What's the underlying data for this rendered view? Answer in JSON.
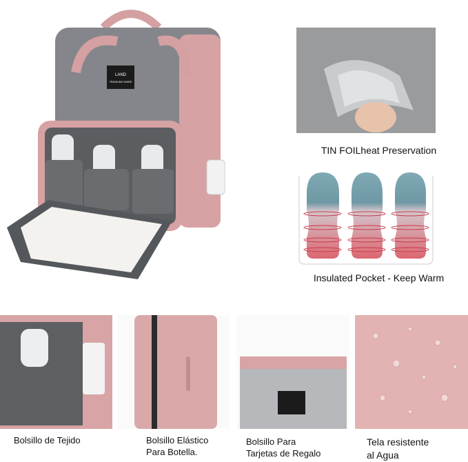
{
  "features": {
    "foil_caption": "TIN FOILheat Preservation",
    "insulated_caption": "Insulated Pocket - Keep Warm"
  },
  "bag_label": {
    "brand": "LAND",
    "tagline": "TRAVELING SHARE"
  },
  "bottom_captions": [
    {
      "line1": "Bolsillo de Tejido",
      "line2": ""
    },
    {
      "line1": "Bolsillo Elástico",
      "line2": "Para Botella."
    },
    {
      "line1": "Bolsillo Para",
      "line2": "Tarjetas de Regalo"
    },
    {
      "line1": "Tela resistente",
      "line2": "al Agua"
    }
  ],
  "colors": {
    "pink": "#d9a3a5",
    "gray": "#7d7f84",
    "bottle_blue": "#7fa9b5",
    "heat_red": "#d9606a"
  }
}
